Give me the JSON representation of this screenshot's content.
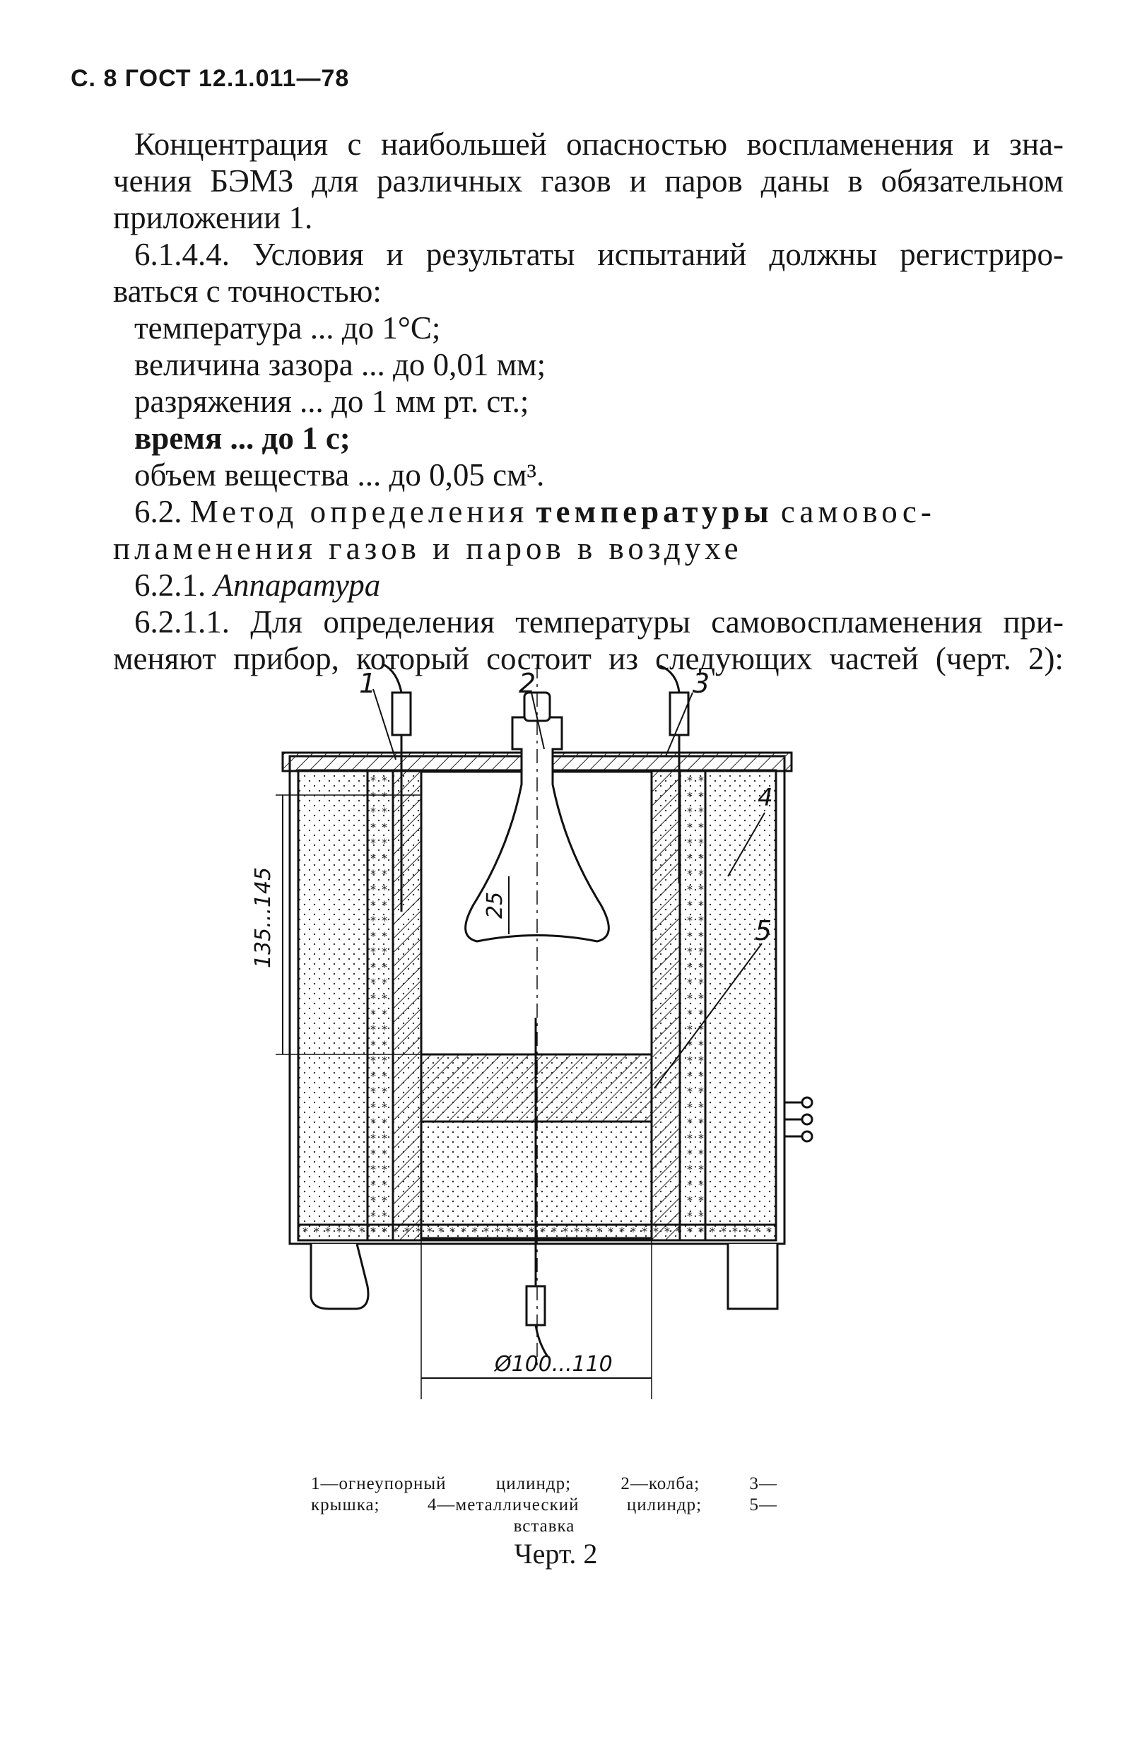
{
  "header": "С. 8 ГОСТ 12.1.011—78",
  "paragraphs": {
    "p1_l1": "Концентрация с наибольшей опасностью воспламенения и зна-",
    "p1_l2": "чения БЭМЗ для различных газов и паров даны в обязательном",
    "p1_l3": "приложении 1.",
    "p2_l1": "6.1.4.4. Условия и результаты испытаний должны регистриро-",
    "p2_l2": "ваться с точностью:",
    "list": [
      "температура ... до 1°С;",
      "величина зазора ... до 0,01 мм;",
      "разряжения ... до 1 мм рт. ст.;",
      "время ... до 1 с;",
      "объем вещества ... до 0,05 см³."
    ],
    "s62_num": "6.2.",
    "s62_a": "Метод определения",
    "s62_b": "температуры",
    "s62_c": "самовос-",
    "s62_l2": "пламенения газов и паров в воздухе",
    "s621_num": "6.2.1.",
    "s621_title": "Аппаратура",
    "s6211_l1": "6.2.1.1. Для определения температуры самовоспламенения при-",
    "s6211_l2": "меняют прибор, который состоит из следующих частей (черт. 2):"
  },
  "figure": {
    "labels": [
      "1",
      "2",
      "3",
      "4",
      "5"
    ],
    "dim_height": "135...145",
    "dim_flask": "25",
    "dim_diameter": "Ø100...110"
  },
  "legend": {
    "line1": "1—огнеупорный цилиндр; 2—колба; 3—",
    "line2": "крышка; 4—металлический цилиндр; 5—",
    "line3": "вставка"
  },
  "caption": "Черт. 2"
}
